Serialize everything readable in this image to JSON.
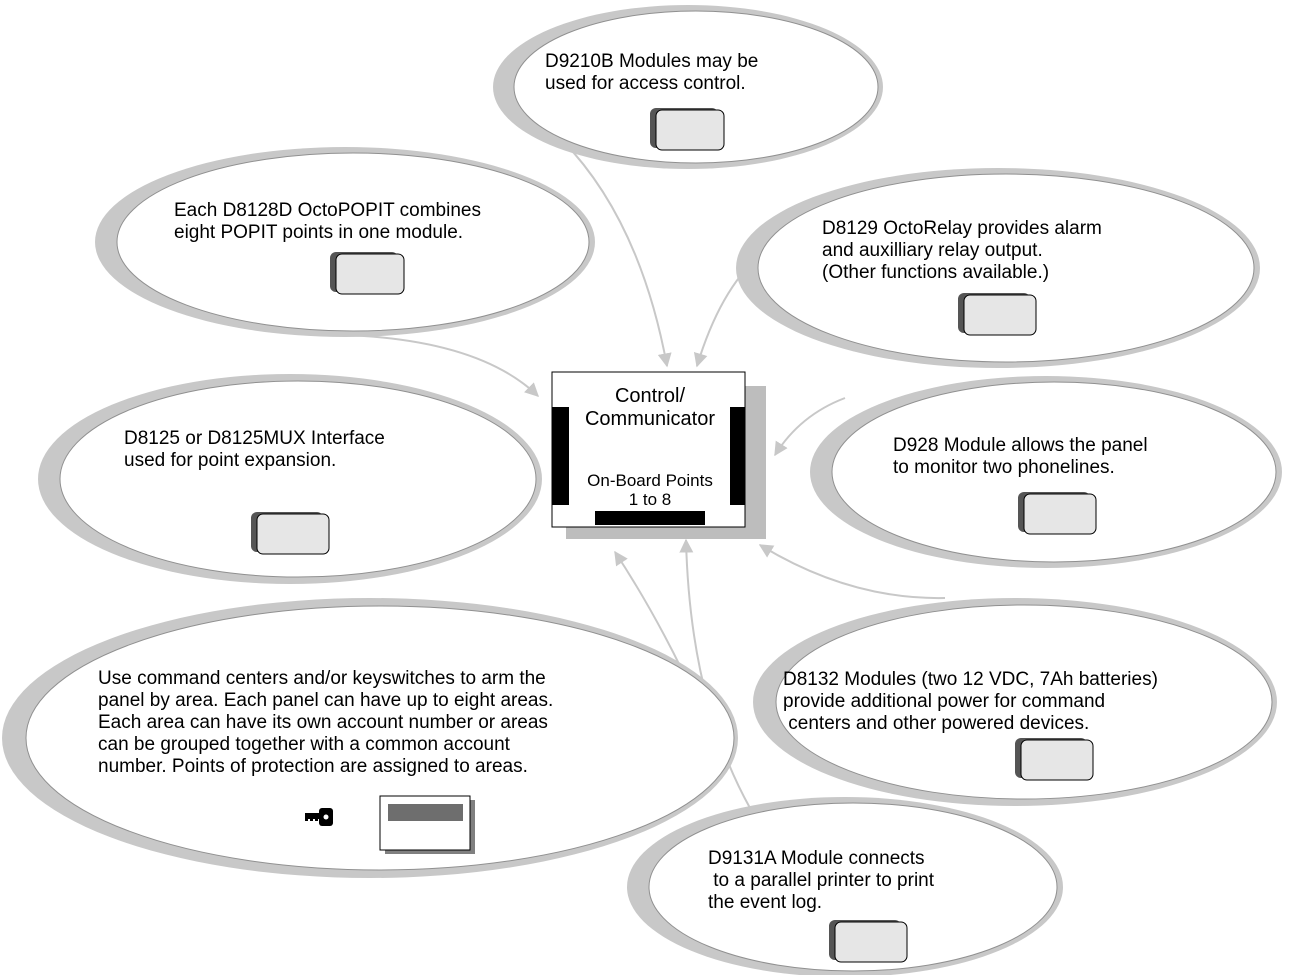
{
  "control": {
    "title_line1": "Control/",
    "title_line2": "Communicator",
    "points_line1": "On-Board Points",
    "points_line2": "1 to 8"
  },
  "bubbles": {
    "d9210b": {
      "lines": [
        "D9210B Modules may be",
        "used for access control."
      ]
    },
    "d8128d": {
      "lines": [
        "Each D8128D OctoPOPIT combines",
        "eight POPIT points in one module."
      ]
    },
    "d8129": {
      "lines": [
        "D8129 OctoRelay provides alarm",
        "and auxilliary relay output.",
        "(Other functions available.)"
      ]
    },
    "d8125": {
      "lines": [
        "D8125 or D8125MUX Interface",
        "used for point expansion."
      ]
    },
    "d928": {
      "lines": [
        "D928 Module allows the panel",
        "to monitor two phonelines."
      ]
    },
    "command": {
      "lines": [
        "Use command centers and/or keyswitches to arm the",
        "panel by area. Each panel can have up to eight areas.",
        "Each area can have its own account number or areas",
        "can be grouped together with a common account",
        "number. Points of protection are assigned to areas."
      ]
    },
    "d8132": {
      "lines": [
        "D8132 Modules (two 12 VDC, 7Ah batteries)",
        "provide additional power for command",
        " centers and other powered devices."
      ]
    },
    "d9131a": {
      "lines": [
        "D9131A Module connects",
        " to a parallel printer to print",
        "the event log."
      ]
    }
  },
  "colors": {
    "bubble_shadow": "#c8c8c8",
    "arrow": "#c8c8c8",
    "module_fill": "#e6e6e6",
    "module_shadow": "#555555",
    "panel_shadow": "#bdbdbd",
    "terminal": "#000000"
  }
}
